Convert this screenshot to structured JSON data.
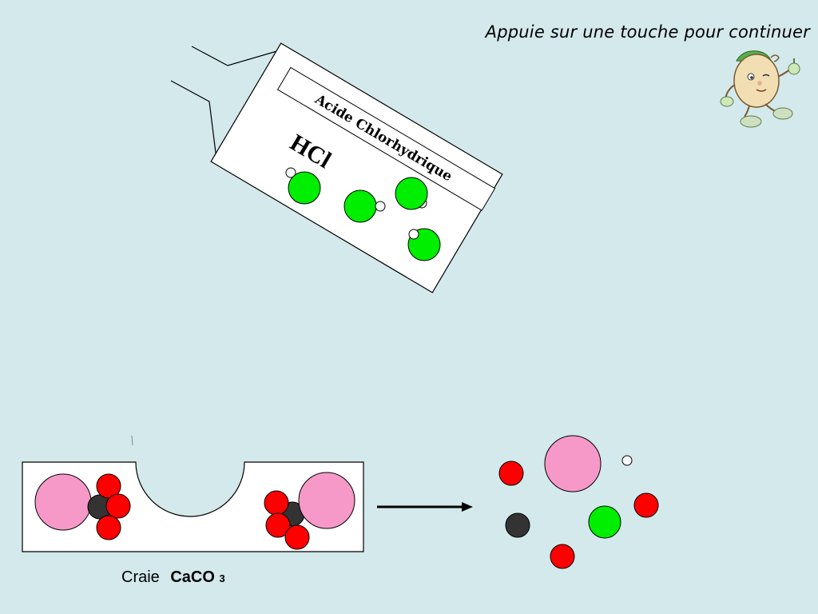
{
  "instruction": "Appuie sur une touche pour continuer",
  "bottle": {
    "label": "Acide Chlorhydrique",
    "formula": "HCl"
  },
  "chalk": {
    "name": "Craie",
    "formula_main": "CaCO",
    "formula_sub": "3"
  },
  "colors": {
    "background": "#d3e9ec",
    "calcium": "#f699c8",
    "oxygen": "#ff0000",
    "carbon": "#333333",
    "chlorine": "#00ee00",
    "hydrogen": "#ffffff"
  },
  "icons": {
    "character": "cartoon-potato-mascot",
    "arrow": "reaction-arrow"
  }
}
